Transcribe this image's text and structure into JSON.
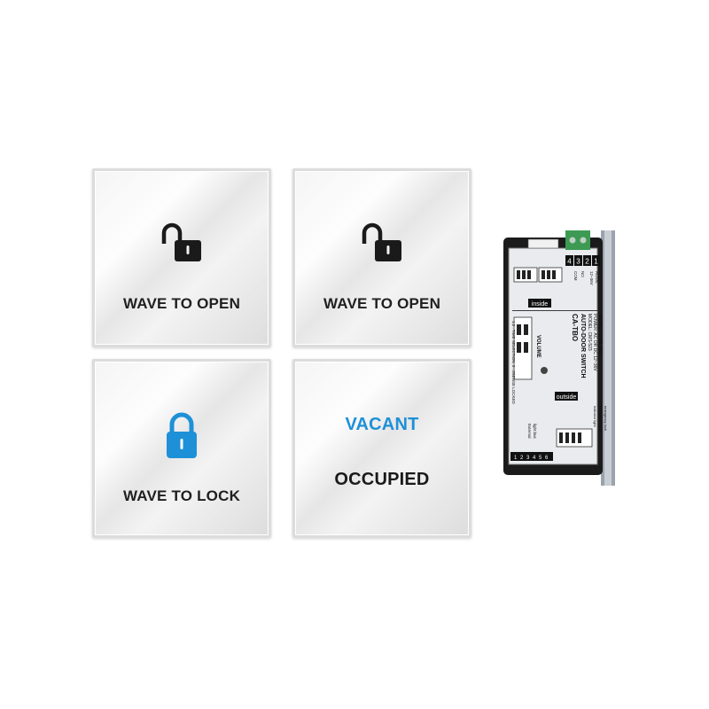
{
  "panels": [
    {
      "name": "wave-to-open-panel-1",
      "icon": "unlock-icon",
      "label": "WAVE TO OPEN"
    },
    {
      "name": "wave-to-open-panel-2",
      "icon": "unlock-icon",
      "label": "WAVE TO OPEN"
    },
    {
      "name": "wave-to-lock-panel",
      "icon": "lock-icon",
      "icon_color": "#1e90d8",
      "label": "WAVE TO LOCK"
    },
    {
      "name": "vacancy-panel",
      "vacant": "VACANT",
      "vacant_color": "#1e90d8",
      "occupied": "OCCUPIED"
    }
  ],
  "controller": {
    "brand": "CA-TBO",
    "title": "AUTO-DOOR SWITCH",
    "model": "MODEL: CMS-523",
    "power": "POWER: AC OR DC 12~36V",
    "output": "OUTPUT: COM, NO",
    "terminal_numbers": [
      "4",
      "3",
      "2",
      "1"
    ],
    "terminal_labels": [
      "AC/DC",
      "12~36V",
      "NO",
      "COM"
    ],
    "inside": "inside",
    "outside": "outside",
    "volume": "VOLUME",
    "time_selection": "1,2 : TIME SELECTION; 3 : 3SENSE LOCKED",
    "bottom_terminals": [
      "1",
      "2",
      "3",
      "4",
      "5",
      "6"
    ],
    "side_labels": [
      "External",
      "light bus",
      "indicator light",
      "emergency open",
      "emergency lock"
    ]
  }
}
